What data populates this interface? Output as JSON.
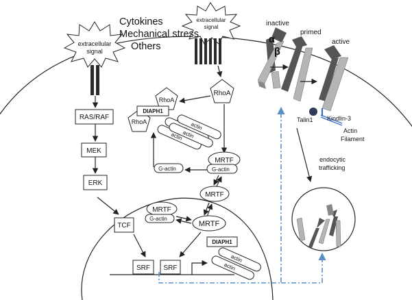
{
  "signals": {
    "extracellular_left": [
      "extracellular",
      "signal"
    ],
    "extracellular_top": [
      "extracellular",
      "signal"
    ],
    "stimuli": [
      "Cytokines",
      "Mechanical stress",
      "Others"
    ]
  },
  "pathway": {
    "ras_raf": "RAS/RAF",
    "mek": "MEK",
    "erk": "ERK",
    "tcf": "TCF",
    "srf_1": "SRF",
    "srf_2": "SRF"
  },
  "actin": {
    "rhoa_top": "RhoA",
    "rhoa_a": "RhoA",
    "rhoa_b": "RhoA",
    "diaph1_cytoplasm": "DIAPH1",
    "diaph1_nucleus": "DIAPH1",
    "actin_label": "actin",
    "g_actin_free": "G-actin",
    "g_actin_bound": "G-actin",
    "g_actin_nuclear": "G-actin",
    "mrtf_cyto_bound": "MRTF",
    "mrtf_cyto_free": "MRTF",
    "mrtf_nuclear_bound": "MRTF",
    "mrtf_nuclear_free": "MRTF"
  },
  "integrin": {
    "inactive": "inactive",
    "primed": "primed",
    "active": "active",
    "alpha": "α",
    "beta": "β",
    "talin": "Talin1",
    "kindlin": "Kindlin-3",
    "actin_filament": [
      "Actin",
      "Filament"
    ],
    "endocytic": [
      "endocytic",
      "trafficking"
    ]
  },
  "colors": {
    "receptor": "#2b2b2b",
    "integrin_dark": "#555555",
    "integrin_light": "#b5b5b5",
    "talin": "#2f3b57",
    "kindlin": "#3a6fc4",
    "dashed_arrow": "#5b8fc9"
  }
}
